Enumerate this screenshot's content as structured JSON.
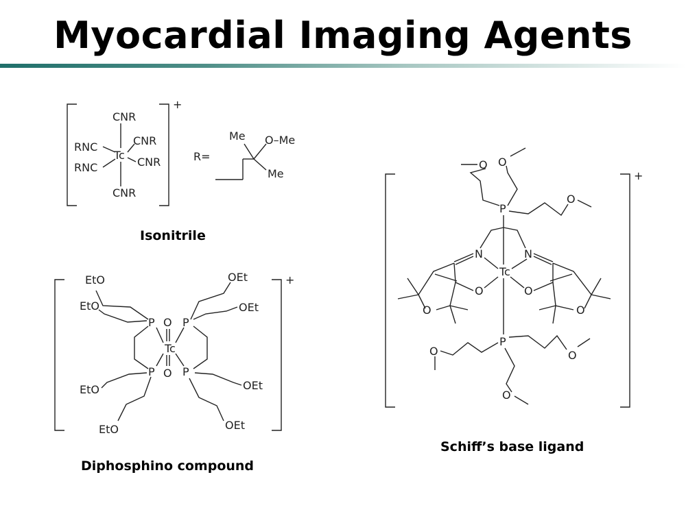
{
  "slide": {
    "title": "Myocardial Imaging Agents"
  },
  "captions": {
    "isonitrile": "Isonitrile",
    "diphosphino": "Diphosphino compound",
    "schiff": "Schiff’s base ligand"
  },
  "isonitrile": {
    "charge": "+",
    "ligand_right": "CNR",
    "ligand_left": "RNC",
    "metal": "Tc",
    "r_label": "R=",
    "methyl": "Me",
    "ether": "O–Me"
  },
  "diphosphino": {
    "charge": "+",
    "metal": "Tc",
    "phosphorus": "P",
    "oxygen": "O",
    "ethoxy_left": "EtO",
    "ethoxy_right": "OEt"
  },
  "schiff": {
    "charge": "+",
    "metal": "Tc",
    "phosphorus": "P",
    "nitrogen": "N",
    "oxygen": "O"
  }
}
